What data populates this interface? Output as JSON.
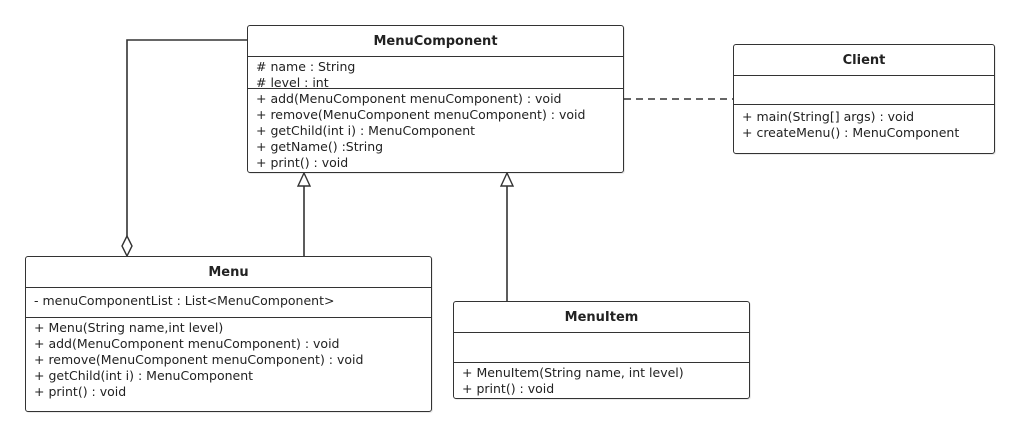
{
  "diagram": {
    "classes": {
      "menu_component": {
        "name": "MenuComponent",
        "attributes": [
          "# name : String",
          "# level : int"
        ],
        "operations": [
          "+ add(MenuComponent menuComponent) : void",
          "+ remove(MenuComponent menuComponent) : void",
          "+ getChild(int i) : MenuComponent",
          "+ getName() :String",
          "+ print() : void"
        ]
      },
      "client": {
        "name": "Client",
        "attributes": [],
        "operations": [
          "+ main(String[] args) : void",
          "+ createMenu() : MenuComponent"
        ]
      },
      "menu": {
        "name": "Menu",
        "attributes": [
          "- menuComponentList : List<MenuComponent>"
        ],
        "operations": [
          "+ Menu(String name,int level)",
          "+ add(MenuComponent menuComponent) : void",
          "+ remove(MenuComponent menuComponent) : void",
          "+ getChild(int i) : MenuComponent",
          "+ print() : void"
        ]
      },
      "menu_item": {
        "name": "MenuItem",
        "attributes": [],
        "operations": [
          "+ MenuItem(String name, int level)",
          "+ print() : void"
        ]
      }
    },
    "relations": [
      {
        "type": "dependency",
        "from": "Client",
        "to": "MenuComponent"
      },
      {
        "type": "aggregation",
        "from": "Menu",
        "to": "MenuComponent"
      },
      {
        "type": "generalization",
        "from": "Menu",
        "to": "MenuComponent"
      },
      {
        "type": "generalization",
        "from": "MenuItem",
        "to": "MenuComponent"
      }
    ]
  }
}
